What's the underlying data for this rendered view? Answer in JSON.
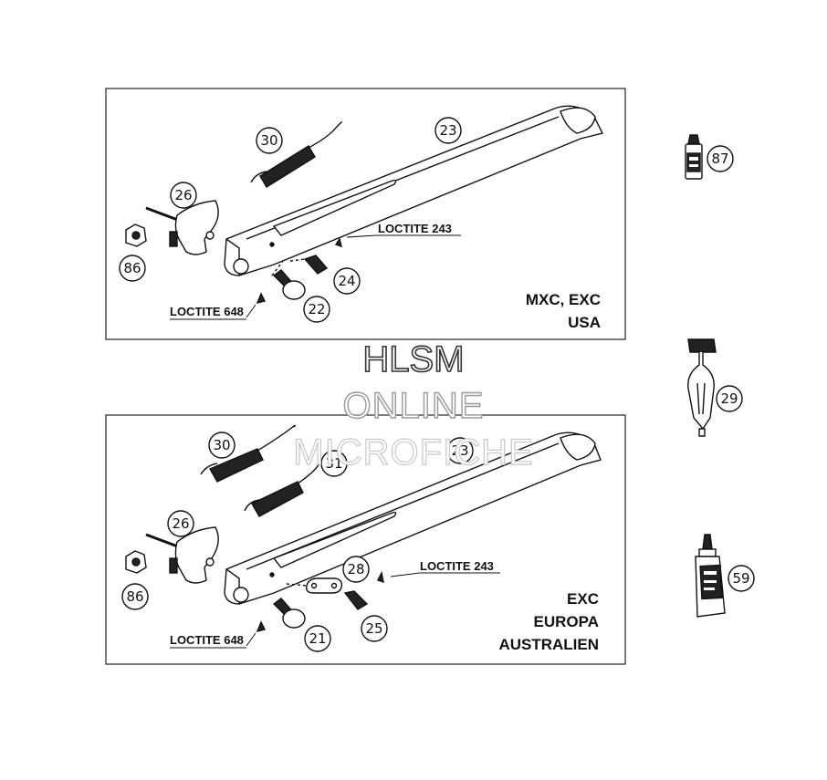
{
  "diagram": {
    "top_panel": {
      "variant_lines": [
        "MXC, EXC",
        "USA"
      ],
      "labels": {
        "loctite_243": "LOCTITE 243",
        "loctite_648": "LOCTITE 648"
      },
      "callouts": [
        "30",
        "23",
        "26",
        "86",
        "24",
        "22"
      ]
    },
    "bottom_panel": {
      "variant_lines": [
        "EXC",
        "EUROPA",
        "AUSTRALIEN"
      ],
      "labels": {
        "loctite_243": "LOCTITE 243",
        "loctite_648": "LOCTITE 648"
      },
      "callouts": [
        "30",
        "31",
        "23",
        "26",
        "86",
        "28",
        "25",
        "21"
      ]
    },
    "side_items": [
      "87",
      "29",
      "59"
    ]
  },
  "watermark": {
    "line1": "HLSM",
    "line2": "ONLINE",
    "line3": "MICROFICHE"
  }
}
